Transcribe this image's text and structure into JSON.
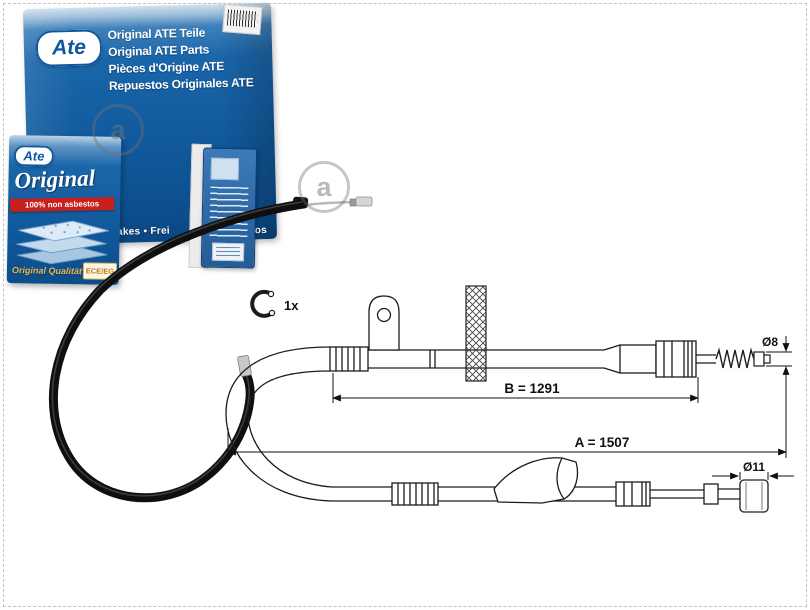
{
  "big_box": {
    "brand": "Ate",
    "lines": [
      "Original ATE Teile",
      "Original ATE Parts",
      "Pièces d'Origine ATE",
      "Repuestos Originales ATE"
    ],
    "bottom_text_left": "rakes • Frei",
    "bottom_text_right": "os"
  },
  "small_box": {
    "brand": "Ate",
    "title": "Original",
    "banner": "100% non asbestos",
    "footer_left": "Original Qualität",
    "footer_right": "ECE/EG"
  },
  "diagram": {
    "clip_label": "1x",
    "dim_b": "B = 1291",
    "dim_a": "A = 1507",
    "dia_small": "Ø8",
    "dia_large": "Ø11"
  },
  "watermark": {
    "letter": "a"
  },
  "colors": {
    "ate_blue": "#115a9d",
    "banner_red": "#c8201e",
    "footer_yellow": "#f0b64e",
    "line_color": "#1c1c1c"
  }
}
